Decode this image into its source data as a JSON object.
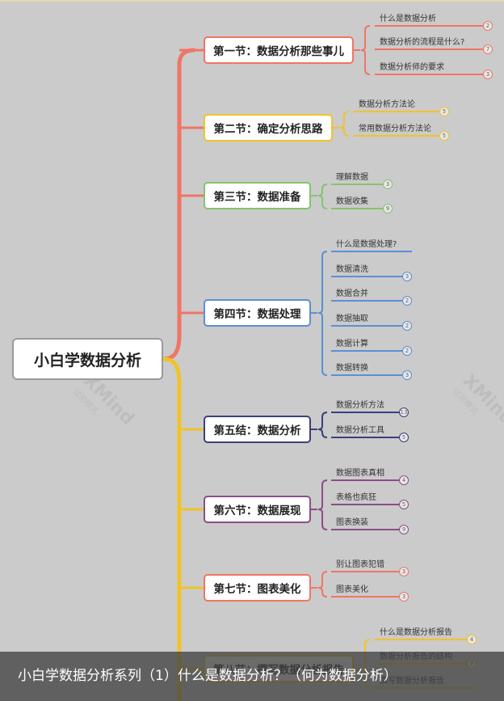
{
  "root": "小白学数据分析",
  "watermark": {
    "brand": "XMind",
    "sub": "试用模式"
  },
  "caption": "小白学数据分析系列（1）什么是数据分析？（何为数据分析）",
  "sections": [
    {
      "title": "第一节：数据分析那些事儿",
      "color": "#f07565",
      "leaves": [
        {
          "text": "什么是数据分析",
          "badge": "2"
        },
        {
          "text": "数据分析的流程是什么?",
          "badge": "7"
        },
        {
          "text": "数据分析师的要求",
          "badge": "3"
        }
      ]
    },
    {
      "title": "第二节：确定分析思路",
      "color": "#f2c229",
      "leaves": [
        {
          "text": "数据分析方法论",
          "badge": "5"
        },
        {
          "text": "常用数据分析方法论",
          "badge": "5"
        }
      ]
    },
    {
      "title": "第三节：数据准备",
      "color": "#84c46d",
      "leaves": [
        {
          "text": "理解数据",
          "badge": "3"
        },
        {
          "text": "数据收集",
          "badge": "9"
        }
      ]
    },
    {
      "title": "第四节：数据处理",
      "color": "#5b8fd6",
      "leaves": [
        {
          "text": "什么是数据处理?",
          "badge": ""
        },
        {
          "text": "数据清洗",
          "badge": "3"
        },
        {
          "text": "数据合并",
          "badge": "2"
        },
        {
          "text": "数据抽取",
          "badge": "2"
        },
        {
          "text": "数据计算",
          "badge": "2"
        },
        {
          "text": "数据转换",
          "badge": "3"
        }
      ]
    },
    {
      "title": "第五结：数据分析",
      "color": "#3b3f7e",
      "leaves": [
        {
          "text": "数据分析方法",
          "badge": "13"
        },
        {
          "text": "数据分析工具",
          "badge": "5"
        }
      ]
    },
    {
      "title": "第六节：数据展现",
      "color": "#8c4d86",
      "leaves": [
        {
          "text": "数据图表真相",
          "badge": "4"
        },
        {
          "text": "表格也疯狂",
          "badge": "5"
        },
        {
          "text": "图表换装",
          "badge": "9"
        }
      ]
    },
    {
      "title": "第七节：图表美化",
      "color": "#f07565",
      "leaves": [
        {
          "text": "别让图表犯错",
          "badge": "3"
        },
        {
          "text": "图表美化",
          "badge": "3"
        }
      ]
    },
    {
      "title": "第八节：撰写数据分析报告",
      "color": "#f2c229",
      "leaves": [
        {
          "text": "什么是数据分析报告",
          "badge": "4"
        },
        {
          "text": "数据分析报告的结构",
          "badge": "7"
        },
        {
          "text": "撰写数据分析报告",
          "badge": ""
        }
      ]
    }
  ]
}
